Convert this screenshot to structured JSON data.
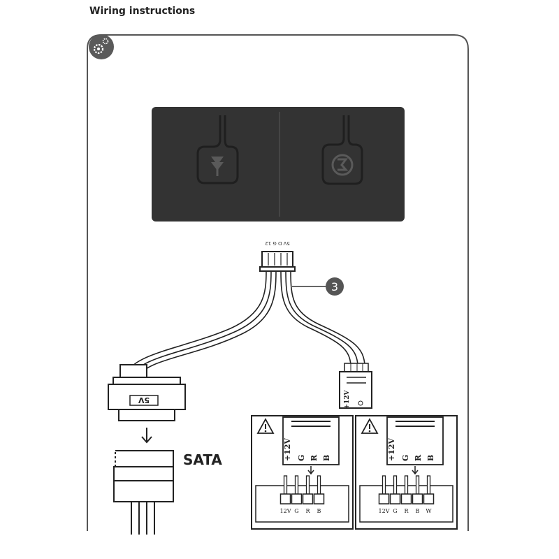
{
  "page": {
    "title": "Wiring instructions"
  },
  "icons": {
    "badge": "gear-icon",
    "switch_left": "arrow-down-icon",
    "switch_right": "mode-m-icon",
    "warning": "warning-icon"
  },
  "cable": {
    "connector_pins": "5V D G 12",
    "callout_number": "3",
    "sata_plug_label": "5V",
    "sata_label": "SATA",
    "argb_plug_label": "+12V"
  },
  "headers": [
    {
      "vertical_labels": [
        "+12V",
        "G",
        "R",
        "B"
      ],
      "pins": [
        "12V",
        "G",
        "R",
        "B"
      ]
    },
    {
      "vertical_labels": [
        "+12V",
        "G",
        "R",
        "B"
      ],
      "pins": [
        "12V",
        "G",
        "R",
        "B",
        "W"
      ]
    }
  ],
  "colors": {
    "panel": "#333333",
    "stroke": "#222222",
    "badge": "#5a5a5a"
  }
}
